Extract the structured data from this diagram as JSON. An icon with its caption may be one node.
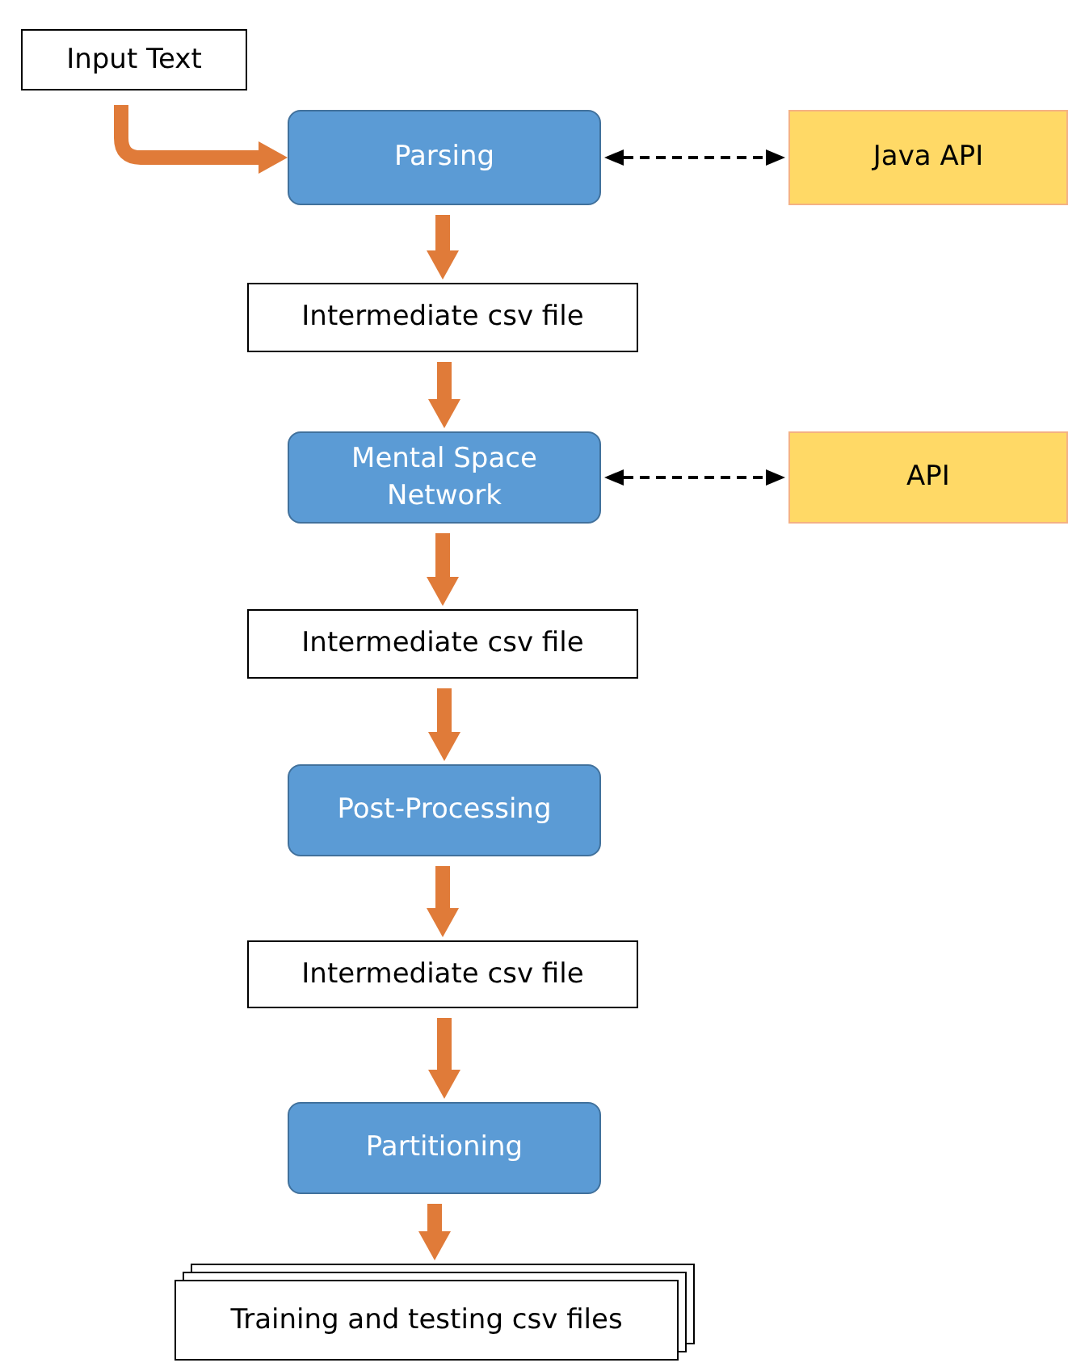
{
  "diagram": {
    "nodes": [
      {
        "text": [
          "Input Text"
        ]
      },
      {
        "text": [
          "Parsing"
        ]
      },
      {
        "text": [
          "Java API"
        ]
      },
      {
        "text": [
          "Intermediate csv file"
        ]
      },
      {
        "text": [
          "Mental Space Network"
        ]
      },
      {
        "text": [
          "API"
        ]
      },
      {
        "text": [
          "Intermediate csv file"
        ]
      },
      {
        "text": [
          "Post-Processing"
        ]
      },
      {
        "text": [
          "Intermediate csv file"
        ]
      },
      {
        "text": [
          "Partitioning"
        ]
      },
      {
        "text": [
          "Training and testing csv files"
        ]
      }
    ],
    "edges": [
      {
        "from": 0,
        "to": 1,
        "arrow": "to"
      },
      {
        "from": 1,
        "to": 2,
        "arrow": "both",
        "style": "dashed",
        "color": "#000000"
      },
      {
        "from": 1,
        "to": 3,
        "arrow": "to"
      },
      {
        "from": 3,
        "to": 4,
        "arrow": "to"
      },
      {
        "from": 4,
        "to": 5,
        "arrow": "both",
        "style": "dashed",
        "color": "#000000"
      },
      {
        "from": 4,
        "to": 6,
        "arrow": "to"
      },
      {
        "from": 6,
        "to": 7,
        "arrow": "to"
      },
      {
        "from": 7,
        "to": 8,
        "arrow": "to"
      },
      {
        "from": 8,
        "to": 9,
        "arrow": "to"
      },
      {
        "from": 9,
        "to": 10,
        "arrow": "to"
      }
    ]
  }
}
